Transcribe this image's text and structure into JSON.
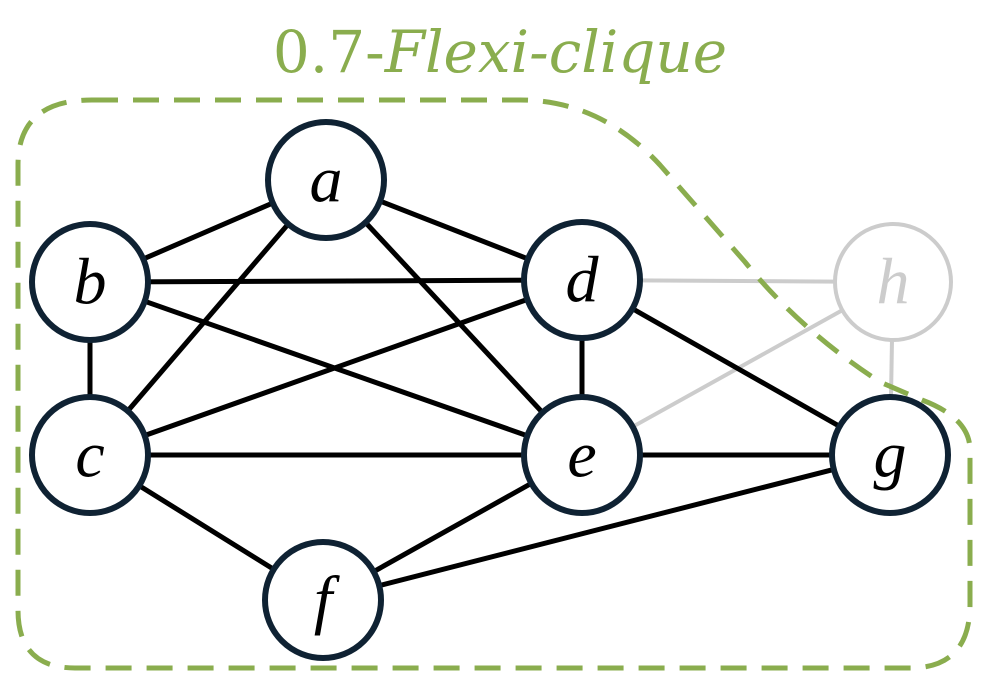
{
  "title": {
    "prefix": "0.7-",
    "name": "Flexi-clique",
    "color": "#8aad4e"
  },
  "colors": {
    "boundary": "#8aad4e",
    "node_stroke": "#0f2233",
    "edge": "#000000",
    "faded": "#cccccc"
  },
  "nodes": [
    {
      "id": "a",
      "label": "a",
      "in_clique": true
    },
    {
      "id": "b",
      "label": "b",
      "in_clique": true
    },
    {
      "id": "c",
      "label": "c",
      "in_clique": true
    },
    {
      "id": "d",
      "label": "d",
      "in_clique": true
    },
    {
      "id": "e",
      "label": "e",
      "in_clique": true
    },
    {
      "id": "f",
      "label": "f",
      "in_clique": true
    },
    {
      "id": "g",
      "label": "g",
      "in_clique": true
    },
    {
      "id": "h",
      "label": "h",
      "in_clique": false
    }
  ],
  "edges": [
    {
      "from": "a",
      "to": "b",
      "faded": false
    },
    {
      "from": "a",
      "to": "c",
      "faded": false
    },
    {
      "from": "a",
      "to": "d",
      "faded": false
    },
    {
      "from": "a",
      "to": "e",
      "faded": false
    },
    {
      "from": "b",
      "to": "c",
      "faded": false
    },
    {
      "from": "b",
      "to": "d",
      "faded": false
    },
    {
      "from": "b",
      "to": "e",
      "faded": false
    },
    {
      "from": "c",
      "to": "d",
      "faded": false
    },
    {
      "from": "c",
      "to": "e",
      "faded": false
    },
    {
      "from": "c",
      "to": "f",
      "faded": false
    },
    {
      "from": "d",
      "to": "e",
      "faded": false
    },
    {
      "from": "d",
      "to": "g",
      "faded": false
    },
    {
      "from": "e",
      "to": "g",
      "faded": false
    },
    {
      "from": "e",
      "to": "f",
      "faded": false
    },
    {
      "from": "f",
      "to": "g",
      "faded": false
    },
    {
      "from": "d",
      "to": "h",
      "faded": true
    },
    {
      "from": "e",
      "to": "h",
      "faded": true
    },
    {
      "from": "g",
      "to": "h",
      "faded": true
    }
  ]
}
